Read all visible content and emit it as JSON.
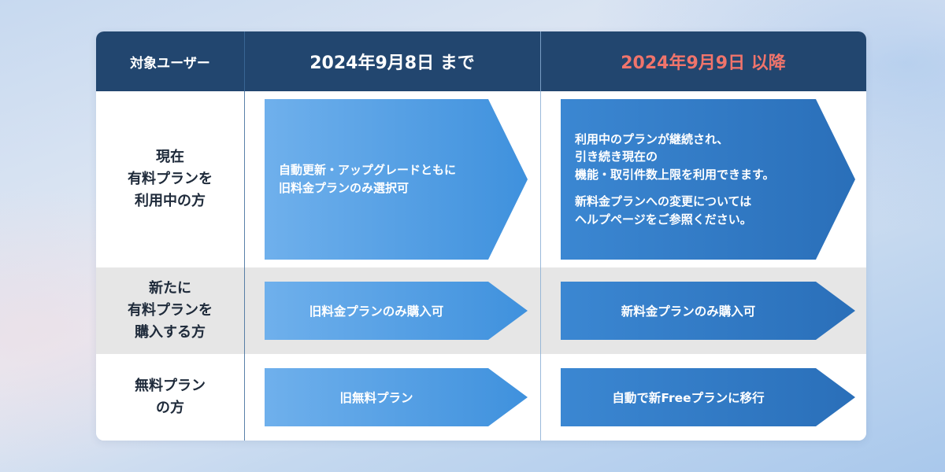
{
  "header": {
    "col_target": "対象ユーザー",
    "col_until": "2024年9月8日 まで",
    "col_after": "2024年9月9日 以降"
  },
  "rows": [
    {
      "label": "現在\n有料プランを\n利用中の方",
      "until": "自動更新・アップグレードともに\n旧料金プランのみ選択可",
      "after_para1": "利用中のプランが継続され、\n引き続き現在の\n機能・取引件数上限を利用できます。",
      "after_para2": "新料金プランへの変更については\nヘルプページをご参照ください。"
    },
    {
      "label": "新たに\n有料プランを\n購入する方",
      "until": "旧料金プランのみ購入可",
      "after": "新料金プランのみ購入可"
    },
    {
      "label": "無料プラン\nの方",
      "until": "旧無料プラン",
      "after": "自動で新Freeプランに移行"
    }
  ],
  "colors": {
    "header_bg": "#22466f",
    "after_date_color": "#f0746b",
    "arrow_left": "#3f91dd",
    "arrow_right": "#2a6fb9",
    "stripe_row": "#e6e6e6"
  }
}
